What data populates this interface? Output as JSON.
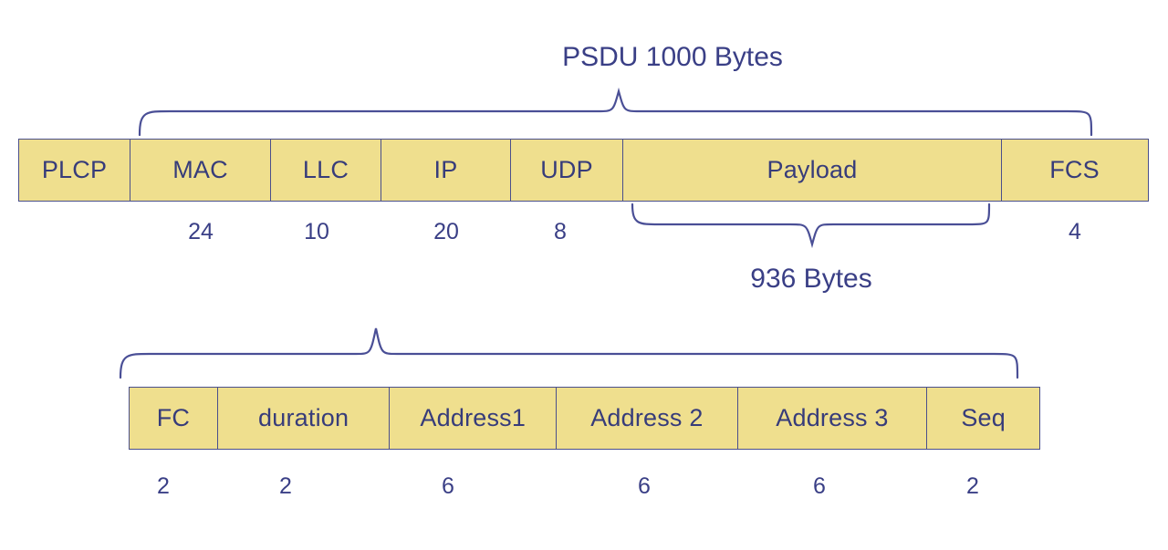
{
  "diagram": {
    "title_text": "PSDU 1000 Bytes",
    "colors": {
      "cell_fill": "#efdf8e",
      "border": "#4a4f8c",
      "text": "#373c7a",
      "brace": "#4a4f96",
      "background": "#ffffff"
    },
    "top_brace_label": "PSDU 1000 Bytes",
    "payload_brace_label": "936 Bytes",
    "frame_row": {
      "name": "packet-frame",
      "cells": [
        {
          "label": "PLCP",
          "size": ""
        },
        {
          "label": "MAC",
          "size": "24"
        },
        {
          "label": "LLC",
          "size": "10"
        },
        {
          "label": "IP",
          "size": "20"
        },
        {
          "label": "UDP",
          "size": "8"
        },
        {
          "label": "Payload",
          "size": ""
        },
        {
          "label": "FCS",
          "size": "4"
        }
      ],
      "sizes_visible": [
        "24",
        "10",
        "20",
        "8",
        "4"
      ]
    },
    "mac_header_row": {
      "name": "mac-header",
      "cells": [
        {
          "label": "FC",
          "size": "2"
        },
        {
          "label": "duration",
          "size": "2"
        },
        {
          "label": "Address1",
          "size": "6"
        },
        {
          "label": "Address 2",
          "size": "6"
        },
        {
          "label": "Address 3",
          "size": "6"
        },
        {
          "label": "Seq",
          "size": "2"
        }
      ]
    }
  }
}
